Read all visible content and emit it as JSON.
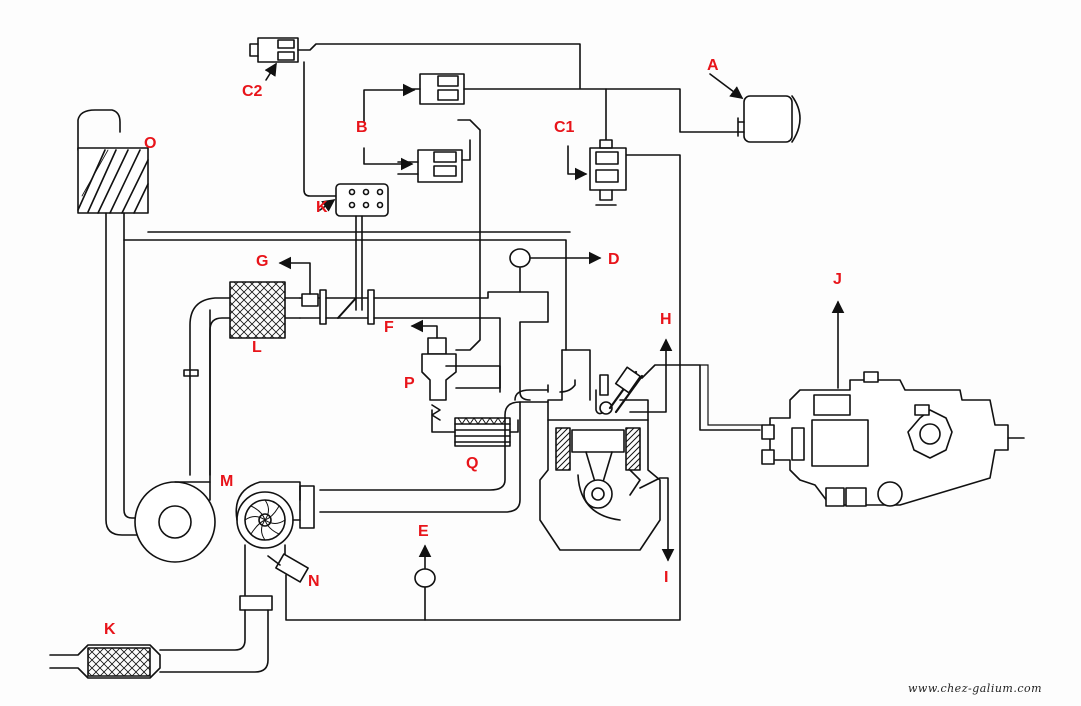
{
  "labels": {
    "A": "A",
    "B": "B",
    "C1": "C1",
    "C2": "C2",
    "D": "D",
    "E": "E",
    "F": "F",
    "G": "G",
    "H": "H",
    "I": "I",
    "J": "J",
    "K_top": "K",
    "K_bottom": "K",
    "L": "L",
    "M": "M",
    "N": "N",
    "O": "O",
    "P": "P",
    "Q": "Q"
  },
  "watermark": "www.chez-galium.com",
  "colors": {
    "label": "#e8141a",
    "line": "#111111",
    "background": "#fdfdfd"
  }
}
